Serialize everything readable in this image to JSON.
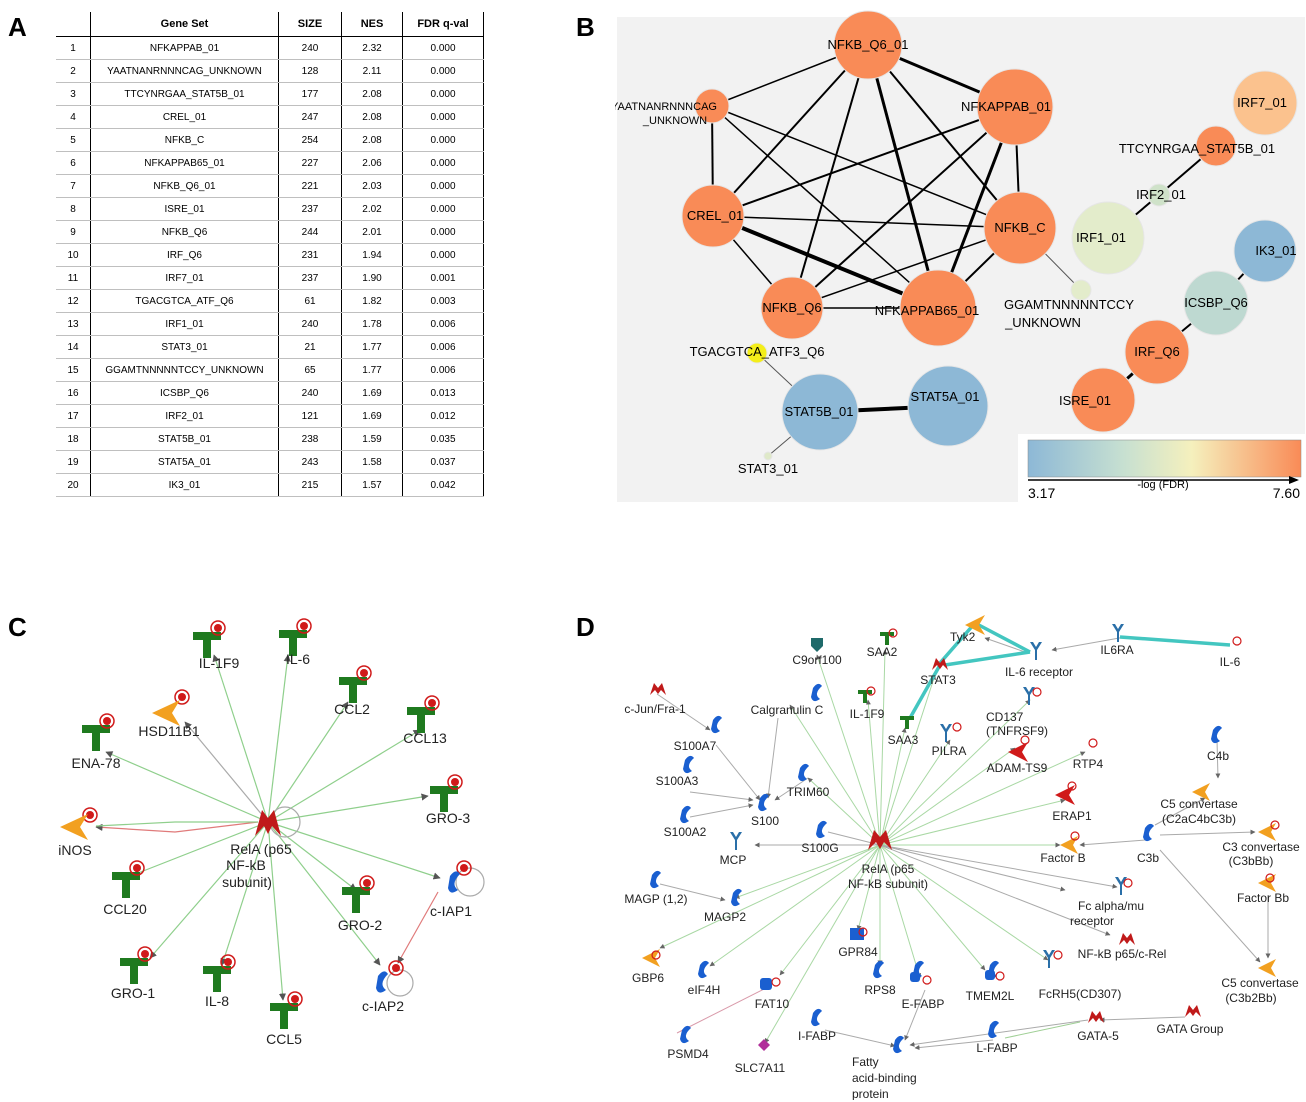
{
  "panels": {
    "a": "A",
    "b": "B",
    "c": "C",
    "d": "D"
  },
  "table": {
    "headers": [
      "",
      "Gene Set",
      "SIZE",
      "NES",
      "FDR q-val"
    ],
    "rows": [
      [
        "1",
        "NFKAPPAB_01",
        "240",
        "2.32",
        "0.000"
      ],
      [
        "2",
        "YAATNANRNNNCAG_UNKNOWN",
        "128",
        "2.11",
        "0.000"
      ],
      [
        "3",
        "TTCYNRGAA_STAT5B_01",
        "177",
        "2.08",
        "0.000"
      ],
      [
        "4",
        "CREL_01",
        "247",
        "2.08",
        "0.000"
      ],
      [
        "5",
        "NFKB_C",
        "254",
        "2.08",
        "0.000"
      ],
      [
        "6",
        "NFKAPPAB65_01",
        "227",
        "2.06",
        "0.000"
      ],
      [
        "7",
        "NFKB_Q6_01",
        "221",
        "2.03",
        "0.000"
      ],
      [
        "8",
        "ISRE_01",
        "237",
        "2.02",
        "0.000"
      ],
      [
        "9",
        "NFKB_Q6",
        "244",
        "2.01",
        "0.000"
      ],
      [
        "10",
        "IRF_Q6",
        "231",
        "1.94",
        "0.000"
      ],
      [
        "11",
        "IRF7_01",
        "237",
        "1.90",
        "0.001"
      ],
      [
        "12",
        "TGACGTCA_ATF_Q6",
        "61",
        "1.82",
        "0.003"
      ],
      [
        "13",
        "IRF1_01",
        "240",
        "1.78",
        "0.006"
      ],
      [
        "14",
        "STAT3_01",
        "21",
        "1.77",
        "0.006"
      ],
      [
        "15",
        "GGAMTNNNNNTCCY_UNKNOWN",
        "65",
        "1.77",
        "0.006"
      ],
      [
        "16",
        "ICSBP_Q6",
        "240",
        "1.69",
        "0.013"
      ],
      [
        "17",
        "IRF2_01",
        "121",
        "1.69",
        "0.012"
      ],
      [
        "18",
        "STAT5B_01",
        "238",
        "1.59",
        "0.035"
      ],
      [
        "19",
        "STAT5A_01",
        "243",
        "1.58",
        "0.037"
      ],
      [
        "20",
        "IK3_01",
        "215",
        "1.57",
        "0.042"
      ]
    ]
  },
  "networkB": {
    "colors": {
      "high": "#f98b57",
      "mid": "#e6eecc",
      "low": "#8db8d6",
      "yellow": "#f4ee1a",
      "bg": "#f2f2f2"
    },
    "nodes": {
      "nfkb_q6_01": "NFKB_Q6_01",
      "yaat": "YAATNANRNNNCAG",
      "yaat2": "_UNKNOWN",
      "nfkappab_01": "NFKAPPAB_01",
      "crel_01": "CREL_01",
      "nfkb_c": "NFKB_C",
      "nfkb_q6": "NFKB_Q6",
      "nfkappab65_01": "NFKAPPAB65_01",
      "tgacgtca": "TGACGTCA_ATF3_Q6",
      "ggam": "GGAMTNNNNNTCCY",
      "ggam2": "_UNKNOWN",
      "irf7_01": "IRF7_01",
      "ttcy": "TTCYNRGAA_STAT5B_01",
      "irf2_01": "IRF2_01",
      "irf1_01": "IRF1_01",
      "ik3_01": "IK3_01",
      "icsbp_q6": "ICSBP_Q6",
      "irf_q6": "IRF_Q6",
      "isre_01": "ISRE_01",
      "stat5b_01": "STAT5B_01",
      "stat5a_01": "STAT5A_01",
      "stat3_01": "STAT3_01"
    },
    "legend": {
      "min": "3.17",
      "label": "-log (FDR)",
      "max": "7.60"
    }
  },
  "networkC": {
    "center1": "RelA (p65",
    "center2": "NF-kB",
    "center3": "subunit)",
    "il1f9": "IL-1F9",
    "il6": "IL-6",
    "hsd11b1": "HSD11B1",
    "ccl2": "CCL2",
    "ccl13": "CCL13",
    "ena78": "ENA-78",
    "gro3": "GRO-3",
    "inos": "iNOS",
    "ccl20": "CCL20",
    "gro2": "GRO-2",
    "ciap1": "c-IAP1",
    "gro1": "GRO-1",
    "il8": "IL-8",
    "ciap2": "c-IAP2",
    "ccl5": "CCL5"
  },
  "networkD": {
    "center1": "RelA (p65",
    "center2": "NF-kB subunit)",
    "c9orf100": "C9orf100",
    "saa2": "SAA2",
    "tyk2": "Tyk2",
    "stat3": "STAT3",
    "il6r": "IL-6 receptor",
    "il6ra": "IL6RA",
    "il6": "IL-6",
    "cjun": "c-Jun/Fra-1",
    "calgranulin": "Calgranulin C",
    "il1f9": "IL-1F9",
    "saa3": "SAA3",
    "cd137a": "CD137",
    "cd137b": "(TNFRSF9)",
    "s100a7": "S100A7",
    "pilra": "PILRA",
    "adamts9": "ADAM-TS9",
    "rtp4": "RTP4",
    "c4b": "C4b",
    "s100a3": "S100A3",
    "trim60": "TRIM60",
    "s100": "S100",
    "erap1": "ERAP1",
    "c5conv1a": "C5 convertase",
    "c5conv1b": "(C2aC4bC3b)",
    "s100a2": "S100A2",
    "mcp": "MCP",
    "s100g": "S100G",
    "factorb": "Factor B",
    "c3b": "C3b",
    "c3conv_a": "C3 convertase",
    "c3conv_b": "(C3bBb)",
    "magp12": "MAGP (1,2)",
    "magp2": "MAGP2",
    "fcalpha1": "Fc alpha/mu",
    "fcalpha2": "receptor",
    "factorbb": "Factor Bb",
    "nfkb": "NF-kB p65/c-Rel",
    "gpr84": "GPR84",
    "gbp6": "GBP6",
    "eif4h": "eIF4H",
    "fat10": "FAT10",
    "rps8": "RPS8",
    "efabp": "E-FABP",
    "tmem2l": "TMEM2L",
    "fcrh5": "FcRH5(CD307)",
    "c5conv2a": "C5 convertase",
    "c5conv2b": "(C3b2Bb)",
    "psmd4": "PSMD4",
    "slc7a11": "SLC7A11",
    "ifabp": "I-FABP",
    "fabp1": "Fatty",
    "fabp2": "acid-binding",
    "fabp3": "protein",
    "lfabp": "L-FABP",
    "gata5": "GATA-5",
    "gatagroup": "GATA Group"
  }
}
